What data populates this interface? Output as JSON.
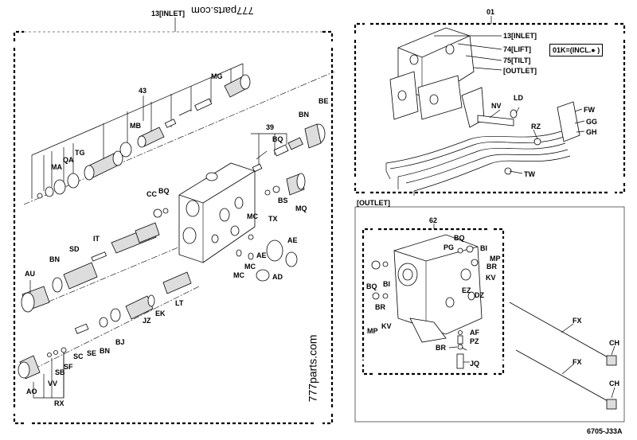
{
  "headers": {
    "left_title": "13[INLET]",
    "left_watermark_top": "777parts.com",
    "right_title": "01",
    "outlet_label": "[OUTLET]",
    "sub_group": "62",
    "diagram_code": "6705-J33A",
    "side_watermark": "777parts.com"
  },
  "assembly_legend": {
    "inlet": "13[INLET]",
    "lift": "74[LIFT]",
    "tilt": "75[TILT]",
    "outlet": "[OUTLET]",
    "kit_note": "01K=(INCL.● )"
  },
  "labels_left": {
    "l43": "43",
    "mg": "MG",
    "mb": "MB",
    "be": "BE",
    "bn1": "BN",
    "l39": "39",
    "bq1": "BQ",
    "ma": "MA",
    "qa": "QA",
    "tg": "TG",
    "cc": "CC",
    "bq2": "BQ",
    "bs": "BS",
    "tx": "TX",
    "mq": "MQ",
    "mc1": "MC",
    "it": "IT",
    "sd": "SD",
    "bn2": "BN",
    "au": "AU",
    "ae1": "AE",
    "ae2": "AE",
    "mc2": "MC",
    "mc3": "MC",
    "ad": "AD",
    "lt": "LT",
    "ek": "EK",
    "jz": "JZ",
    "bj": "BJ",
    "bn3": "BN",
    "se": "SE",
    "sc": "SC",
    "sf": "SF",
    "sb": "SB",
    "vv": "VV",
    "ao": "AO",
    "rx": "RX"
  },
  "labels_right": {
    "nv": "NV",
    "ld": "LD",
    "fw": "FW",
    "gg": "GG",
    "gh": "GH",
    "rz": "RZ",
    "tw": "TW",
    "bq3": "BQ",
    "pg": "PG",
    "bi1": "BI",
    "br1": "BR",
    "mp1": "MP",
    "kv1": "KV",
    "bq4": "BQ",
    "bi2": "BI",
    "ez": "EZ",
    "dz": "DZ",
    "br2": "BR",
    "mp2": "MP",
    "kv2": "KV",
    "af": "AF",
    "pz": "PZ",
    "br3": "BR",
    "jq": "JQ",
    "fx1": "FX",
    "fx2": "FX",
    "ch1": "CH",
    "ch2": "CH"
  }
}
